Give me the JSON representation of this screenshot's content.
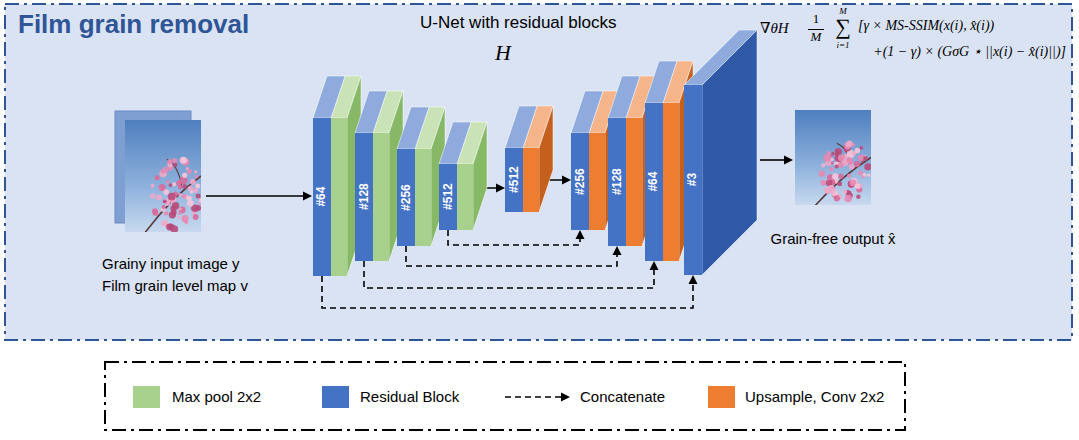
{
  "diagram": {
    "title": "Film grain removal",
    "nodes": [
      {
        "text": [
          "#64"
        ]
      },
      {
        "text": [
          "#128"
        ]
      },
      {
        "text": [
          "#256"
        ]
      },
      {
        "text": [
          "#512"
        ]
      },
      {
        "text": [
          "#512"
        ]
      },
      {
        "text": [
          "#256"
        ]
      },
      {
        "text": [
          "#128"
        ]
      },
      {
        "text": [
          "#64"
        ]
      },
      {
        "text": [
          "#3"
        ]
      }
    ],
    "edges": [
      {
        "from": 3,
        "to": 4,
        "arrow": "to"
      },
      {
        "from": 4,
        "to": 5,
        "arrow": "to"
      },
      {
        "from": 3,
        "to": 5,
        "arrow": "to"
      },
      {
        "from": 2,
        "to": 6,
        "arrow": "to"
      },
      {
        "from": 1,
        "to": 7,
        "arrow": "to"
      },
      {
        "from": 0,
        "to": 8,
        "arrow": "to"
      }
    ],
    "labels": [
      "U-Net with residual blocks",
      "H",
      "∇θH",
      "1",
      "M",
      "M",
      "∑",
      "i=1",
      "[γ × MS-SSIM(x(i), x̂(i))",
      "+(1 − γ) × (GσG ⋆ ||x(i) − x̂(i)||)]",
      "Grainy input image y",
      "Film grain level map v",
      "Grain-free output x̂"
    ],
    "legend": [
      {
        "text": "Max pool 2x2",
        "color": "#a9d18e"
      },
      {
        "text": "Residual Block",
        "color": "#4472c4"
      },
      {
        "text": "Concatenate"
      },
      {
        "text": "Upsample, Conv 2x2",
        "color": "#ed7d31"
      }
    ]
  }
}
